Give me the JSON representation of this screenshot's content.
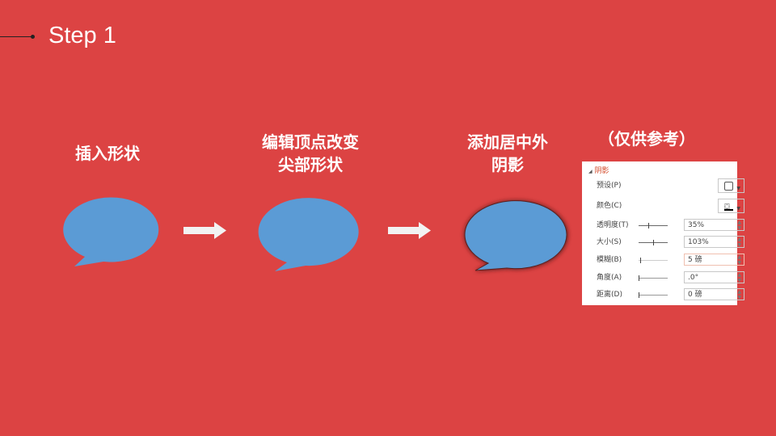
{
  "title": "Step 1",
  "steps": [
    {
      "label": "插入形状"
    },
    {
      "label": "编辑顶点改变\n尖部形状"
    },
    {
      "label": "添加居中外\n阴影"
    }
  ],
  "note": "（仅供参考）",
  "colors": {
    "background": "#dc4343",
    "bubble": "#5b9bd5"
  },
  "panel": {
    "header": "阴影",
    "rows": [
      {
        "label": "预设(P)",
        "type": "picker"
      },
      {
        "label": "颜色(C)",
        "type": "color"
      },
      {
        "label": "透明度(T)",
        "value": "35%",
        "slider": 0.35
      },
      {
        "label": "大小(S)",
        "value": "103%",
        "slider": 0.5
      },
      {
        "label": "模糊(B)",
        "value": "5 磅",
        "slider": 0.05
      },
      {
        "label": "角度(A)",
        "value": ".0°",
        "slider": 0
      },
      {
        "label": "距离(D)",
        "value": "0 磅",
        "slider": 0
      }
    ]
  }
}
